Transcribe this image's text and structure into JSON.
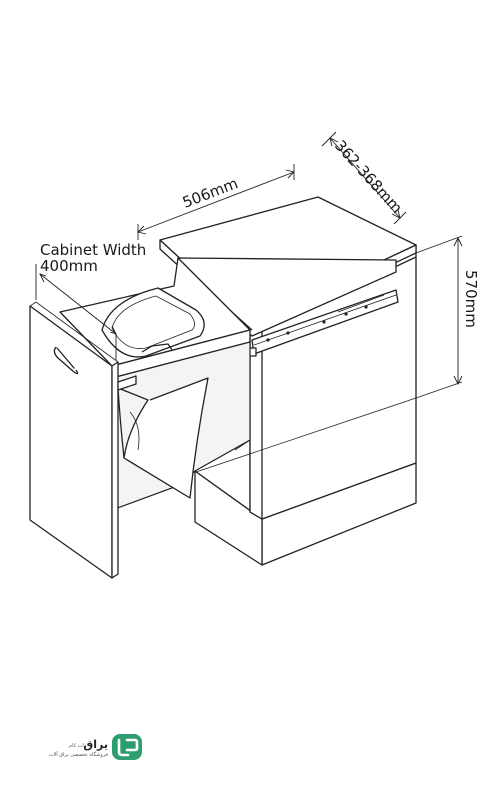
{
  "dimensions": {
    "depth": "506mm",
    "width_range": "362-368mm",
    "height": "570mm",
    "cabinet_width_label": "Cabinet Width",
    "cabinet_width_value": "400mm"
  },
  "logo": {
    "name": "یراق",
    "domain": "دات کام",
    "tagline": "فروشگاه تخصصی یراق آلات",
    "icon": "brand-logo-icon",
    "color": "#2e9e6e"
  }
}
